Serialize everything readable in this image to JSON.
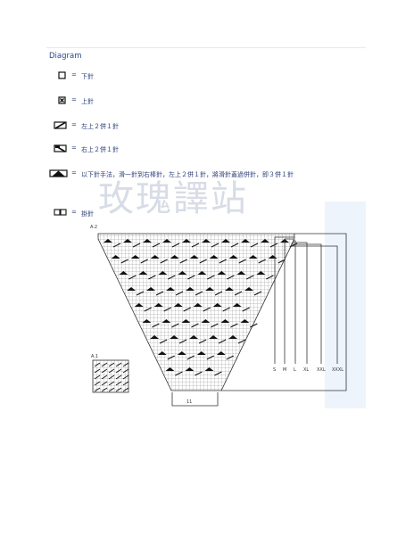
{
  "heading": "Diagram",
  "legend": [
    {
      "symbol": "knit-square-icon",
      "eq": "=",
      "text": "下針"
    },
    {
      "symbol": "purl-x-square-icon",
      "eq": "=",
      "text": "上針"
    },
    {
      "symbol": "k2tog-left-icon",
      "eq": "=",
      "text": "左上２併１針"
    },
    {
      "symbol": "k2tog-right-icon",
      "eq": "=",
      "text": "右上２併１針"
    },
    {
      "symbol": "double-decrease-icon",
      "eq": "=",
      "text": "以下針手法，滑一針到右棒針，左上２併１針，將滑針蓋過併針，即３併１針"
    },
    {
      "symbol": "yarn-over-icon",
      "eq": "=",
      "text": "掛針"
    }
  ],
  "watermark": "玫瑰譯站",
  "diagram": {
    "chart_a2_label": "A.2",
    "chart_a1_label": "A.1",
    "sizes": [
      "S",
      "M",
      "L",
      "XL",
      "XXL",
      "XXXL"
    ],
    "repeat_count": "11"
  }
}
